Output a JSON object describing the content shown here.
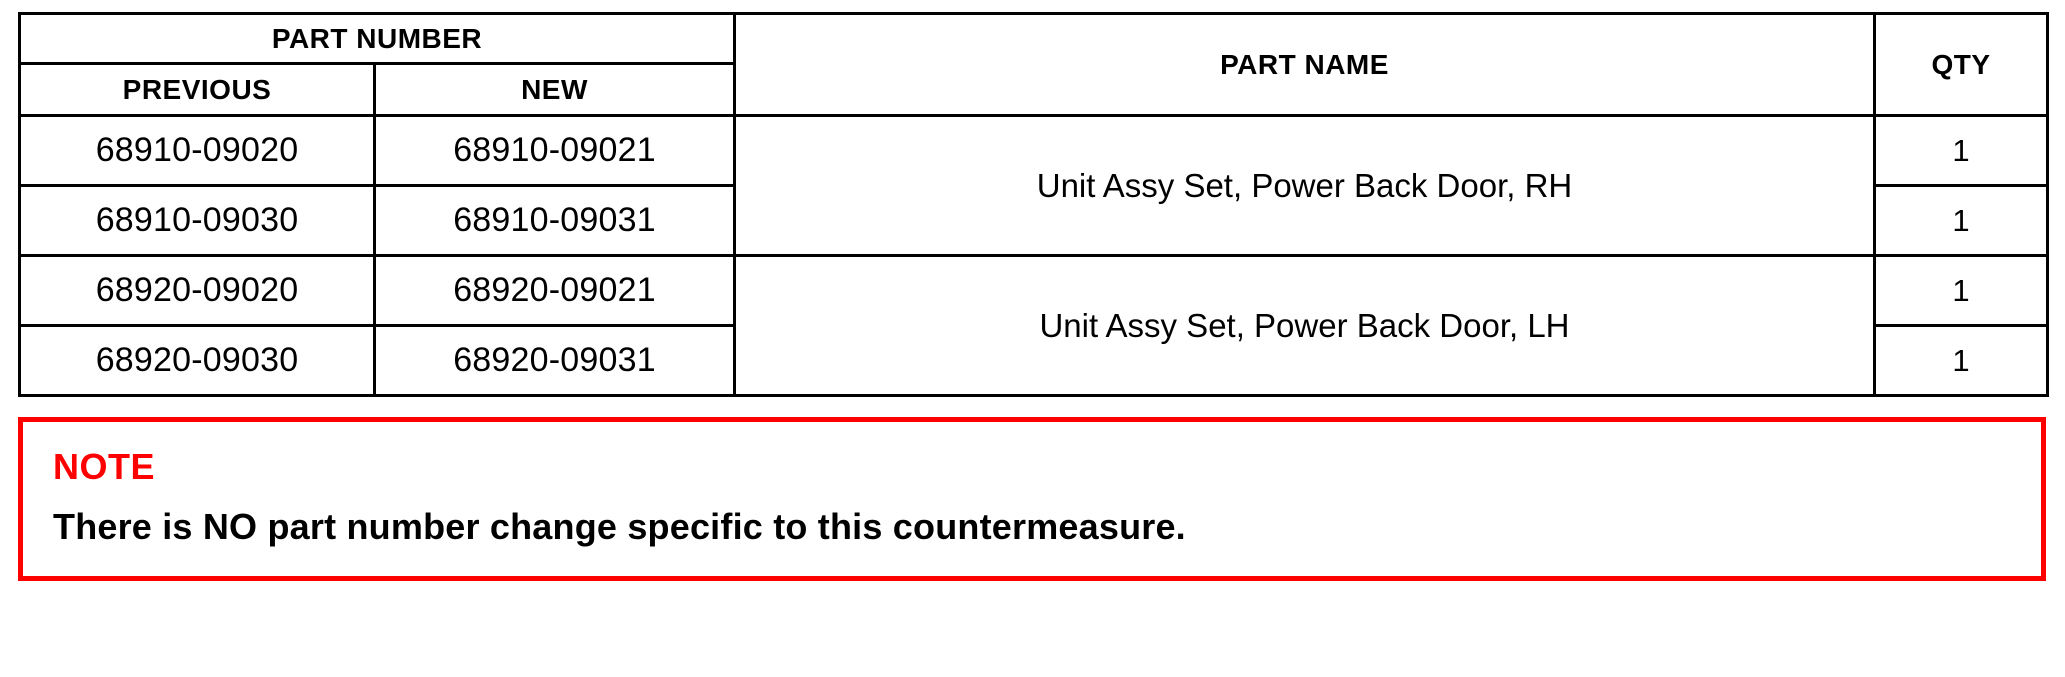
{
  "table": {
    "headers": {
      "part_number_group": "PART NUMBER",
      "previous": "PREVIOUS",
      "new": "NEW",
      "part_name": "PART NAME",
      "qty": "QTY"
    },
    "rows": [
      {
        "previous": "68910-09020",
        "new": "68910-09021",
        "qty": "1"
      },
      {
        "previous": "68910-09030",
        "new": "68910-09031",
        "qty": "1"
      },
      {
        "previous": "68920-09020",
        "new": "68920-09021",
        "qty": "1"
      },
      {
        "previous": "68920-09030",
        "new": "68920-09031",
        "qty": "1"
      }
    ],
    "part_names": [
      "Unit Assy Set, Power Back Door, RH",
      "Unit Assy Set, Power Back Door, LH"
    ]
  },
  "note": {
    "title": "NOTE",
    "body": "There is NO part number change specific to this countermeasure.",
    "border_color": "#ff0000",
    "title_color": "#ff0000"
  }
}
